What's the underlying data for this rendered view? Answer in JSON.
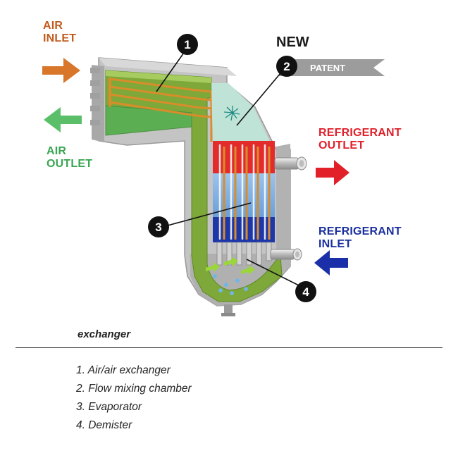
{
  "labels": {
    "air_inlet": [
      "AIR",
      "INLET"
    ],
    "air_outlet": [
      "AIR",
      "OUTLET"
    ],
    "new": "NEW",
    "patent": "PATENT",
    "refrigerant_outlet": [
      "REFRIGERANT",
      "OUTLET"
    ],
    "refrigerant_inlet": [
      "REFRIGERANT",
      "INLET"
    ]
  },
  "callouts": [
    "1",
    "2",
    "3",
    "4"
  ],
  "caption": "exchanger",
  "legend": [
    "1. Air/air exchanger",
    "2. Flow mixing chamber",
    "3. Evaporator",
    "4. Demister"
  ],
  "colors": {
    "air_inlet": "#c15b1c",
    "air_outlet": "#3aa552",
    "refrigerant_outlet": "#e0202a",
    "refrigerant_inlet": "#1a2f9e",
    "housing": "#b5b5b5",
    "channel_green": "#7ea83a"
  }
}
